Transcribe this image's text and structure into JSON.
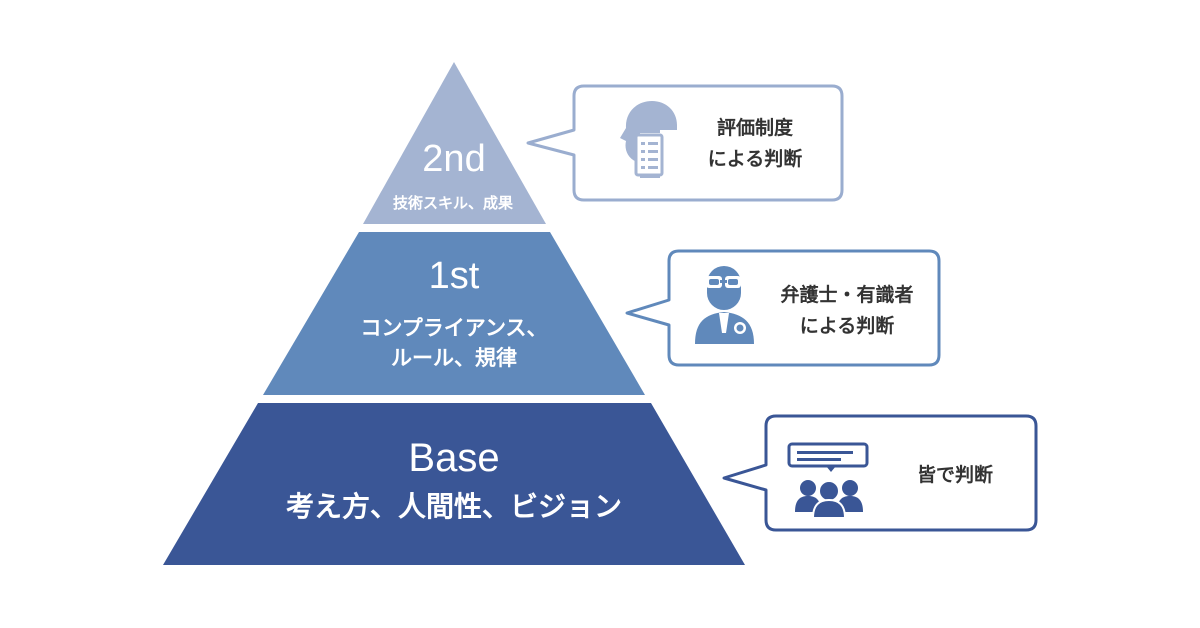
{
  "colors": {
    "top": "#a4b4d2",
    "middle": "#6089bb",
    "base": "#3a5696",
    "bubble_top_border": "#9aadcf",
    "bubble_mid_border": "#6089bb",
    "bubble_base_border": "#3a5696",
    "text_dark": "#333333",
    "background": "#ffffff"
  },
  "tiers": [
    {
      "id": "top",
      "title": "2nd",
      "subtitle_lines": [
        "技術スキル、成果"
      ]
    },
    {
      "id": "middle",
      "title": "1st",
      "subtitle_lines": [
        "コンプライアンス、",
        "ルール、規律"
      ]
    },
    {
      "id": "base",
      "title": "Base",
      "subtitle_lines": [
        "考え方、人間性、ビジョン"
      ]
    }
  ],
  "callouts": [
    {
      "id": "top",
      "icon": "head-document-icon",
      "text_lines": [
        "評価制度",
        "による判断"
      ]
    },
    {
      "id": "middle",
      "icon": "lawyer-icon",
      "text_lines": [
        "弁護士・有識者",
        "による判断"
      ]
    },
    {
      "id": "base",
      "icon": "group-chat-icon",
      "text_lines": [
        "皆で判断"
      ]
    }
  ]
}
